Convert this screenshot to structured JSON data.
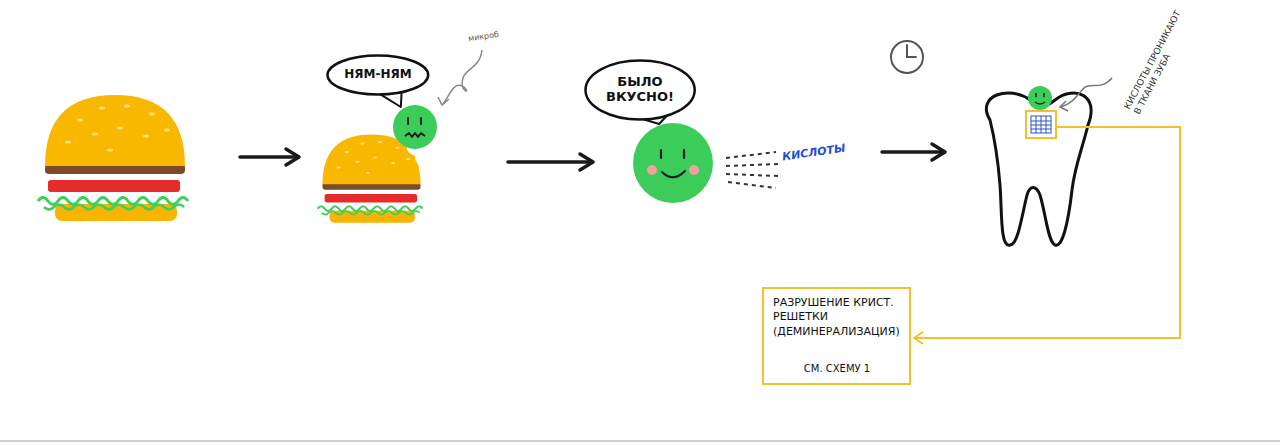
{
  "diagram": {
    "nodes": [
      {
        "text": [
          "НЯМ-НЯМ"
        ]
      },
      {
        "text": [
          "БЫЛО ВКУСНО!"
        ]
      },
      {
        "text": [
          "РАЗРУШЕНИЕ КРИСТ. РЕШЕТКИ (ДЕМИНЕРАЛИЗАЦИЯ)",
          "СМ. СХЕМУ 1"
        ]
      }
    ],
    "labels": [
      "микроб",
      "КИСЛОТЫ",
      "КИСЛОТЫ ПРОНИКАЮТ В ТКАНИ ЗУБА"
    ]
  }
}
